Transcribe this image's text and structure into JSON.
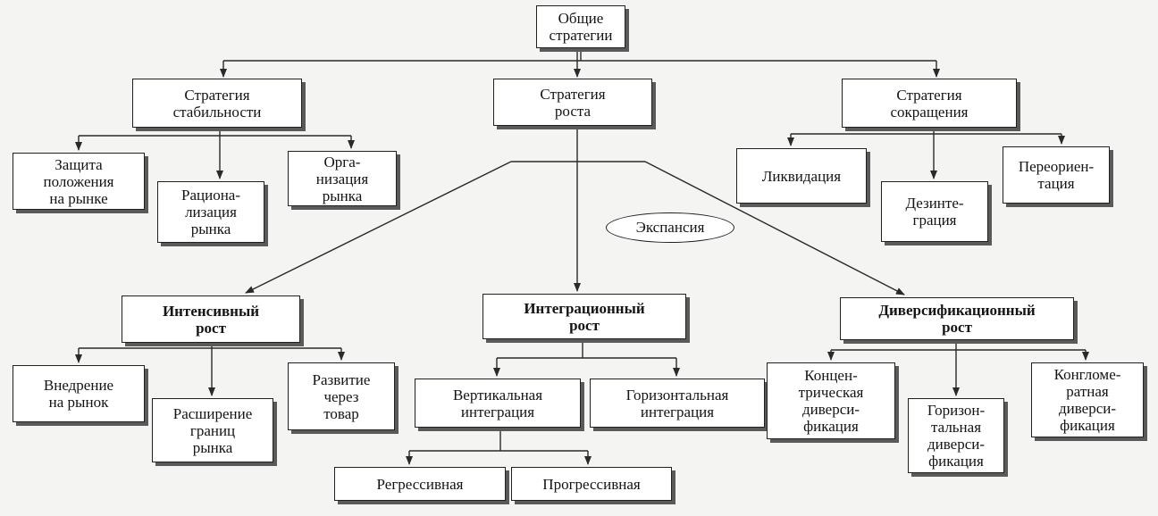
{
  "nodes": {
    "root": "Общие\nстратегии",
    "stability": "Стратегия\nстабильности",
    "growth": "Стратегия\nроста",
    "reduction": "Стратегия\nсокращения",
    "market_protection": "Защита\nположения\nна рынке",
    "market_rationalization": "Рациона-\nлизация\nрынка",
    "market_organization": "Орга-\nнизация\nрынка",
    "liquidation": "Ликвидация",
    "disintegration": "Дезинте-\nграция",
    "reorientation": "Переориен-\nтация",
    "expansion": "Экспансия",
    "intensive_growth": "Интенсивный\nрост",
    "integration_growth": "Интеграционный\nрост",
    "diversification_growth": "Диверсификационный\nрост",
    "market_penetration": "Внедрение\nна рынок",
    "market_expansion": "Расширение\nграниц\nрынка",
    "product_development": "Развитие\nчерез\nтовар",
    "vertical_integration": "Вертикальная\nинтеграция",
    "horizontal_integration": "Горизонтальная\nинтеграция",
    "regressive": "Регрессивная",
    "progressive": "Прогрессивная",
    "concentric_div": "Концен-\nтрическая\nдиверси-\nфикация",
    "horizontal_div": "Горизон-\nтальная\nдиверси-\nфикация",
    "conglomerate_div": "Конгломе-\nратная\nдиверси-\nфикация"
  },
  "colors": {
    "line": "#2a2a2a",
    "box_border": "#202020",
    "shadow": "#5a5a5a",
    "background": "#f4f4f2"
  }
}
